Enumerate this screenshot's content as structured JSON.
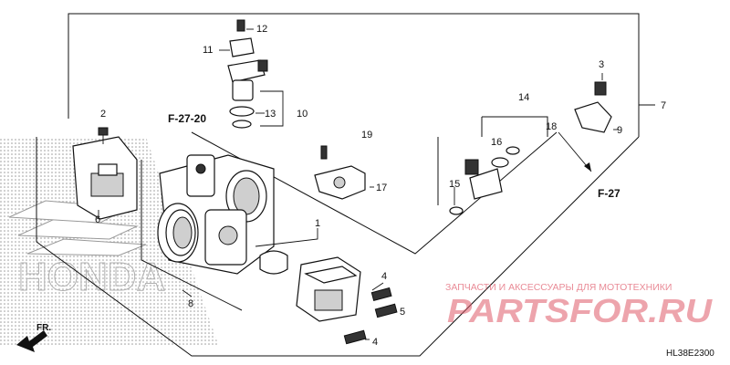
{
  "diagram": {
    "callouts": [
      {
        "id": "c1",
        "label": "1"
      },
      {
        "id": "c2",
        "label": "2"
      },
      {
        "id": "c3",
        "label": "3"
      },
      {
        "id": "c4a",
        "label": "4"
      },
      {
        "id": "c4b",
        "label": "4"
      },
      {
        "id": "c5",
        "label": "5"
      },
      {
        "id": "c6",
        "label": "6"
      },
      {
        "id": "c7",
        "label": "7"
      },
      {
        "id": "c8",
        "label": "8"
      },
      {
        "id": "c9",
        "label": "9"
      },
      {
        "id": "c10",
        "label": "10"
      },
      {
        "id": "c11",
        "label": "11"
      },
      {
        "id": "c12",
        "label": "12"
      },
      {
        "id": "c13",
        "label": "13"
      },
      {
        "id": "c14",
        "label": "14"
      },
      {
        "id": "c15",
        "label": "15"
      },
      {
        "id": "c16",
        "label": "16"
      },
      {
        "id": "c17",
        "label": "17"
      },
      {
        "id": "c18",
        "label": "18"
      },
      {
        "id": "c19",
        "label": "19"
      }
    ],
    "section_refs": {
      "top": "F-27-20",
      "right": "F-27"
    },
    "front_indicator": "FR.",
    "drawing_code": "HL38E2300",
    "watermark": {
      "logo_text": "PARTSFOR.RU",
      "tagline": "ЗАПЧАСТИ И АКСЕССУАРЫ ДЛЯ МОТОТЕХНИКИ"
    },
    "colors": {
      "line": "#111111",
      "watermark": "#e05a6a",
      "halftone": "#9a9a9a"
    }
  }
}
